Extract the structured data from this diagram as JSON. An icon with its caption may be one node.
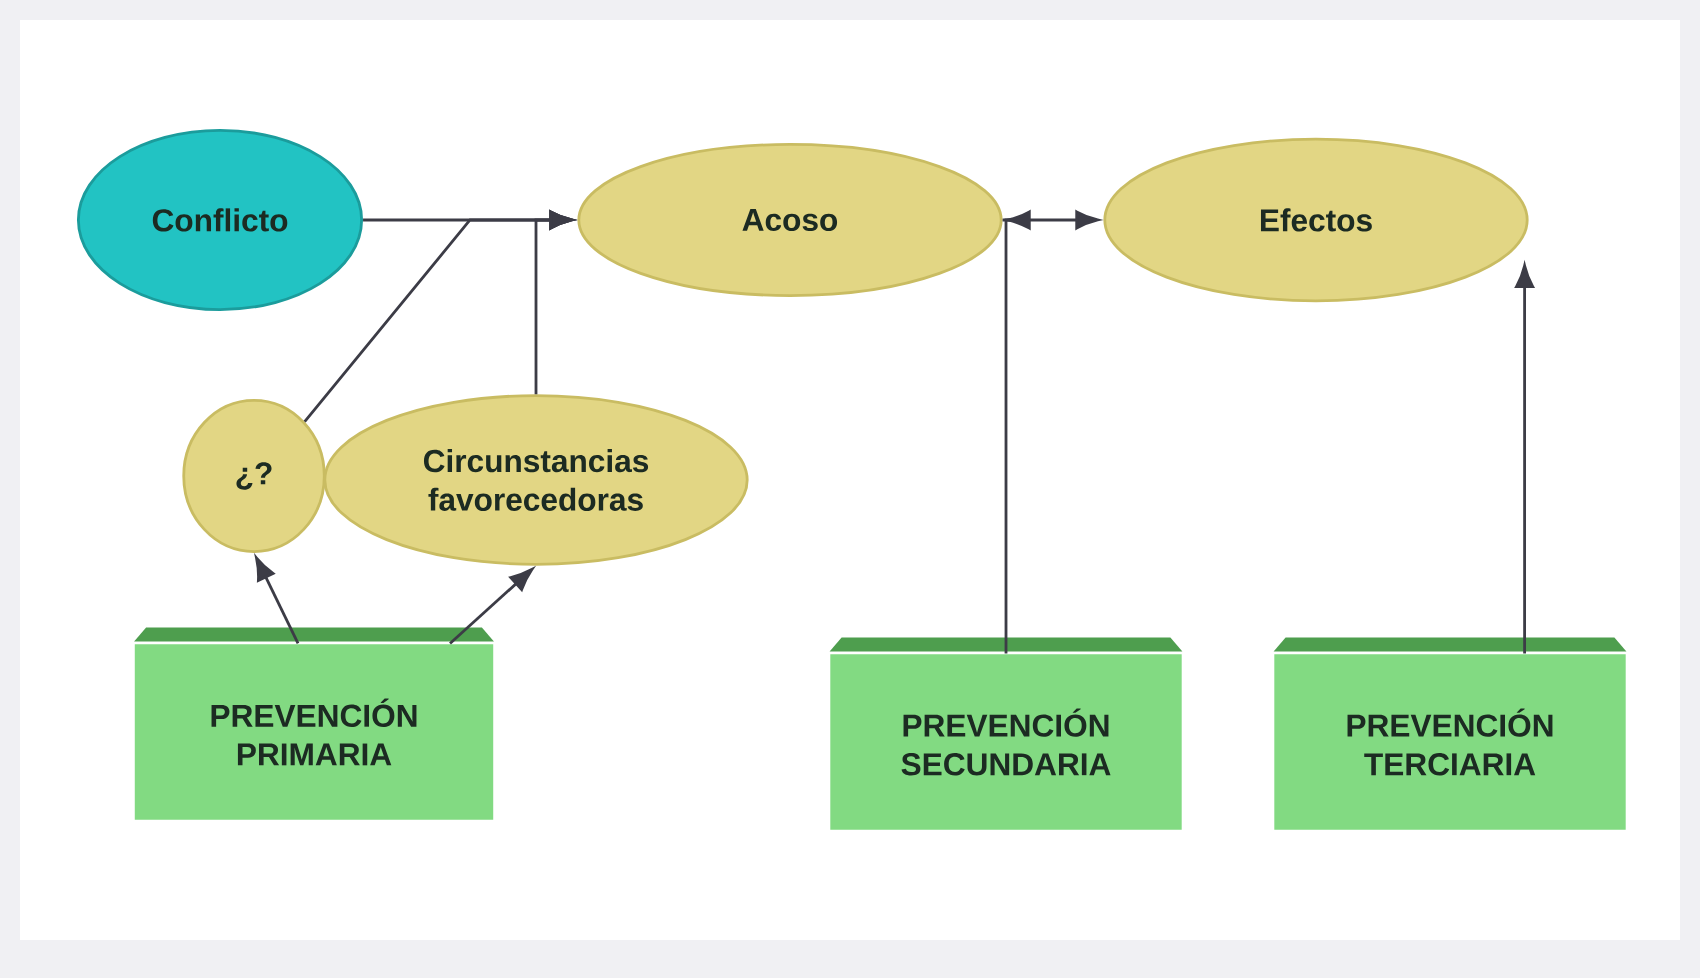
{
  "diagram": {
    "nodes": [
      {
        "text": [
          "Conflicto"
        ]
      },
      {
        "text": [
          "Acoso"
        ]
      },
      {
        "text": [
          "Efectos"
        ]
      },
      {
        "text": [
          "¿?"
        ]
      },
      {
        "text": [
          "Circunstancias favorecedoras"
        ]
      },
      {
        "text": [
          "PREVENCIÓN PRIMARIA"
        ]
      },
      {
        "text": [
          "PREVENCIÓN SECUNDARIA"
        ]
      },
      {
        "text": [
          "PREVENCIÓN TERCIARIA"
        ]
      }
    ],
    "edges": [
      {
        "from": 0,
        "to": 1,
        "arrow": "to"
      },
      {
        "from": 3,
        "to": 1,
        "arrow": "to"
      },
      {
        "from": 4,
        "to": 1,
        "arrow": "to"
      },
      {
        "from": 5,
        "to": 3,
        "arrow": "to"
      },
      {
        "from": 5,
        "to": 4,
        "arrow": "to"
      },
      {
        "from": 1,
        "to": 2,
        "arrow": "to"
      },
      {
        "from": 6,
        "to": 1,
        "arrow": "to"
      },
      {
        "from": 7,
        "to": 2,
        "arrow": "to"
      }
    ]
  }
}
